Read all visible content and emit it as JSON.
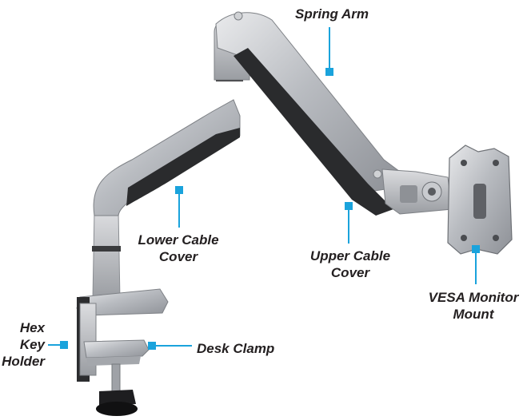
{
  "colors": {
    "callout_accent": "#1aa3dc",
    "label_text": "#231f20"
  },
  "icons": {
    "product": "monitor-arm-photo",
    "callout_marker": "square-marker"
  },
  "callouts": [
    {
      "id": "spring-arm",
      "lines": [
        "Spring Arm"
      ]
    },
    {
      "id": "lower-cable-cover",
      "lines": [
        "Lower Cable",
        "Cover"
      ]
    },
    {
      "id": "upper-cable-cover",
      "lines": [
        "Upper Cable",
        "Cover"
      ]
    },
    {
      "id": "vesa-monitor-mount",
      "lines": [
        "VESA Monitor",
        "Mount"
      ]
    },
    {
      "id": "hex-key-holder",
      "lines": [
        "Hex",
        "Key",
        "Holder"
      ]
    },
    {
      "id": "desk-clamp",
      "lines": [
        "Desk Clamp"
      ]
    }
  ]
}
